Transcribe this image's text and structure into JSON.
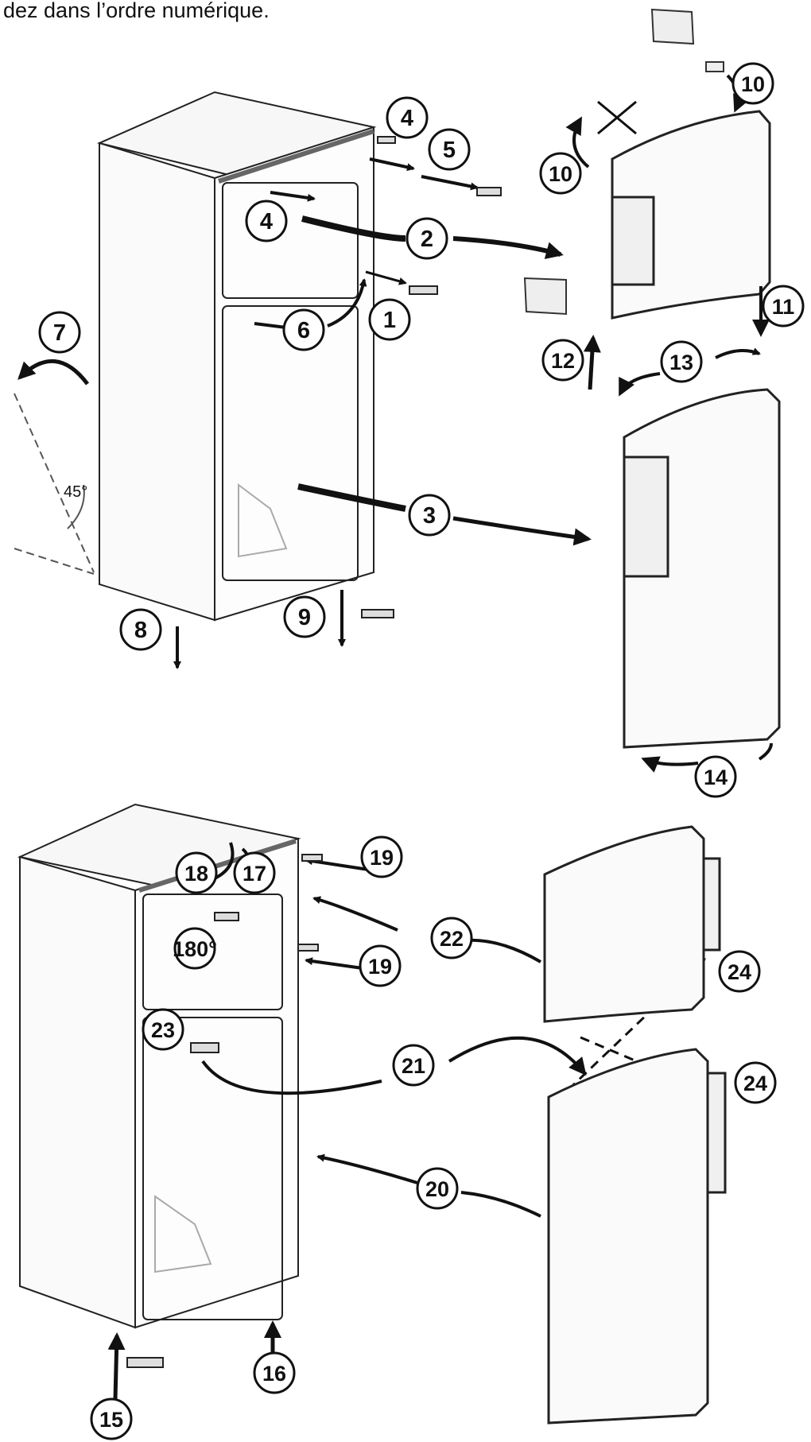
{
  "caption": "dez dans l’ordre numérique.",
  "angle_label": "45°",
  "rotation_label": "180°",
  "step_labels": [
    "1",
    "2",
    "3",
    "4",
    "4",
    "5",
    "6",
    "7",
    "8",
    "9",
    "10",
    "10",
    "11",
    "12",
    "13",
    "14",
    "15",
    "16",
    "17",
    "18",
    "19",
    "19",
    "20",
    "21",
    "22",
    "23",
    "24",
    "24"
  ]
}
